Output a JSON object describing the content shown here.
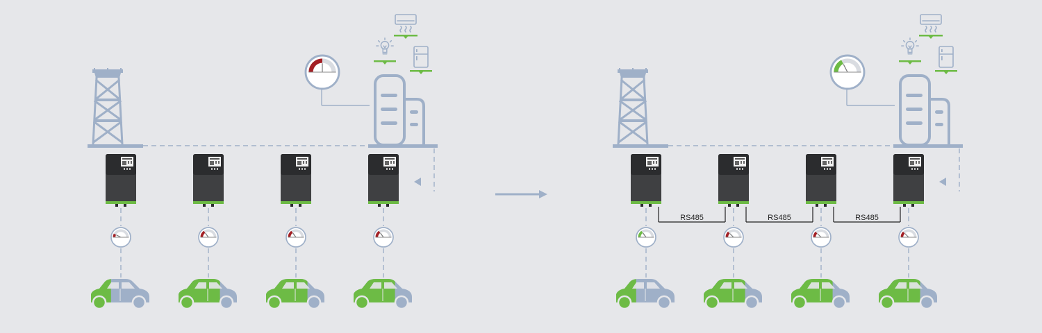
{
  "colors": {
    "background": "#e6e7ea",
    "structure": "#9fb0c8",
    "green": "#6dbb45",
    "red": "#a31f24",
    "charger_body": "#3f4042",
    "charger_top": "#2b2c2e",
    "bus_line": "#222222"
  },
  "icons": {
    "grid": "power-tower-icon",
    "building": "building-icon",
    "lamp": "light-bulb-icon",
    "air_conditioner": "air-conditioner-icon",
    "fridge": "fridge-icon",
    "charger": "ev-charger-icon",
    "car": "car-icon",
    "arrow": "arrow-right-icon"
  },
  "panels": [
    {
      "name": "without-load-balancing",
      "building_meter_level": 0.5,
      "building_meter_color": "red",
      "chargers": [
        {
          "meter_level": 0.15,
          "meter_color": "red",
          "car_charge": 0.35
        },
        {
          "meter_level": 0.3,
          "meter_color": "red",
          "car_charge": 0.7
        },
        {
          "meter_level": 0.3,
          "meter_color": "red",
          "car_charge": 0.7
        },
        {
          "meter_level": 0.3,
          "meter_color": "red",
          "car_charge": 0.7
        }
      ],
      "bus_labels": []
    },
    {
      "name": "with-load-balancing",
      "building_meter_level": 0.35,
      "building_meter_color": "green",
      "chargers": [
        {
          "meter_level": 0.3,
          "meter_color": "green",
          "car_charge": 0.35
        },
        {
          "meter_level": 0.25,
          "meter_color": "red",
          "car_charge": 0.7
        },
        {
          "meter_level": 0.25,
          "meter_color": "red",
          "car_charge": 0.7
        },
        {
          "meter_level": 0.25,
          "meter_color": "red",
          "car_charge": 0.7
        }
      ],
      "bus_labels": [
        "RS485",
        "RS485",
        "RS485"
      ]
    }
  ]
}
